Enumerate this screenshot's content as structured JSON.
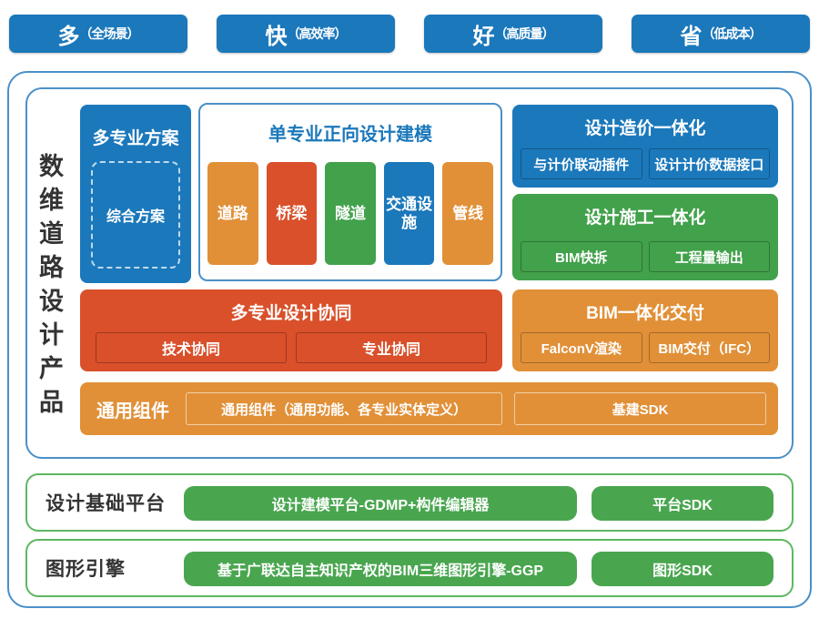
{
  "palette": {
    "blue": "#1b78bb",
    "blue_border": "#4a90c9",
    "red": "#d9502b",
    "green": "#42a14b",
    "green_pill": "#49a64f",
    "green_border": "#5db761",
    "orange": "#e19038",
    "text_dark": "#333333"
  },
  "top_buttons": [
    {
      "main": "多",
      "sub": "（全场景）"
    },
    {
      "main": "快",
      "sub": "（高效率）"
    },
    {
      "main": "好",
      "sub": "（高质量）"
    },
    {
      "main": "省",
      "sub": "（低成本）"
    }
  ],
  "product": {
    "side_label": "数维道路设计产品",
    "multi_plan": {
      "title": "多专业方案",
      "item": "综合方案"
    },
    "single_modeling": {
      "title": "单专业正向设计建模",
      "items": [
        {
          "label": "道路"
        },
        {
          "label": "桥梁"
        },
        {
          "label": "隧道"
        },
        {
          "label": "交通设施"
        },
        {
          "label": "管线"
        }
      ]
    },
    "design_cost": {
      "title": "设计造价一体化",
      "items": [
        "与计价联动插件",
        "设计计价数据接口"
      ]
    },
    "design_construction": {
      "title": "设计施工一体化",
      "items": [
        "BIM快拆",
        "工程量输出"
      ]
    },
    "multi_collab": {
      "title": "多专业设计协同",
      "items": [
        "技术协同",
        "专业协同"
      ]
    },
    "bim_delivery": {
      "title": "BIM一体化交付",
      "items": [
        "FalconV渲染",
        "BIM交付（IFC）"
      ]
    },
    "common_components": {
      "label": "通用组件",
      "items": [
        "通用组件（通用功能、各专业实体定义）",
        "基建SDK"
      ]
    }
  },
  "platforms": [
    {
      "label": "设计基础平台",
      "pills": [
        "设计建模平台-GDMP+构件编辑器",
        "平台SDK"
      ]
    },
    {
      "label": "图形引擎",
      "pills": [
        "基于广联达自主知识产权的BIM三维图形引擎-GGP",
        "图形SDK"
      ]
    }
  ]
}
